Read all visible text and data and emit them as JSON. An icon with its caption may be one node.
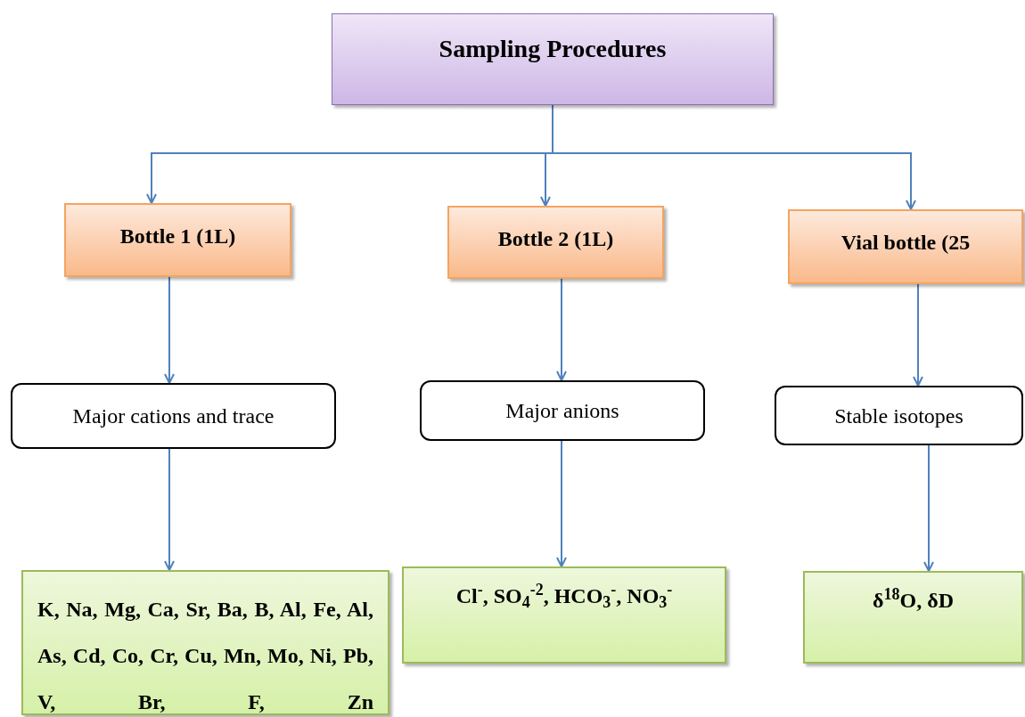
{
  "diagram": {
    "nodes": [
      {
        "text": [
          "Sampling Procedures"
        ]
      },
      {
        "text": [
          "Bottle 1 (1L)"
        ]
      },
      {
        "text": [
          "Bottle 2 (1L)"
        ]
      },
      {
        "text": [
          "Vial bottle (25"
        ]
      },
      {
        "text": [
          "Major cations and trace"
        ]
      },
      {
        "text": [
          "Major anions"
        ]
      },
      {
        "text": [
          "Stable isotopes"
        ]
      },
      {
        "text": [
          "K, Na, Mg, Ca, Sr, Ba, B, Al, Fe, Al, As, Cd, Co, Cr, Cu, Mn, Mo, Ni, Pb, V, Br, F, Zn"
        ]
      },
      {
        "text": [
          "Cl$^{-}$, SO$_{4}$$^{-2}$, HCO$_{3}$$^{-}$, NO$_{3}$$^{-}$"
        ]
      },
      {
        "text": [
          "δ$^{18}$O, δD"
        ]
      }
    ],
    "edges": [
      {
        "from": 0,
        "to": 1,
        "arrow": "to"
      },
      {
        "from": 0,
        "to": 2,
        "arrow": "to"
      },
      {
        "from": 0,
        "to": 3,
        "arrow": "to"
      },
      {
        "from": 1,
        "to": 4,
        "arrow": "to"
      },
      {
        "from": 4,
        "to": 7,
        "arrow": "to"
      },
      {
        "from": 2,
        "to": 5,
        "arrow": "to"
      },
      {
        "from": 5,
        "to": 8,
        "arrow": "to"
      },
      {
        "from": 3,
        "to": 6,
        "arrow": "to"
      },
      {
        "from": 6,
        "to": 9,
        "arrow": "to"
      }
    ]
  }
}
